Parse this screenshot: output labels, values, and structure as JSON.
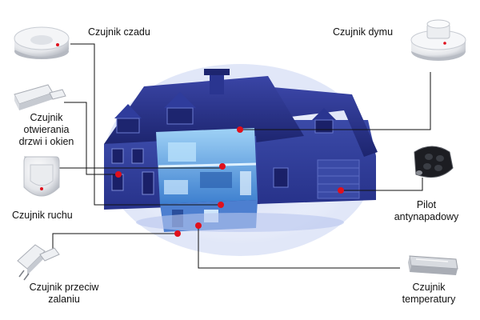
{
  "colors": {
    "house_main": "#2a3590",
    "house_dark": "#1a2068",
    "interior": "#4a8fd6",
    "interior_light": "#8fc6f0",
    "glow": "#c9d4f4",
    "connector": "#111111",
    "sensor_dot": "#e0101c"
  },
  "sensors": [
    {
      "id": "smoke_ceiling",
      "label": "Czujnik czadu",
      "icon": "ceiling-detector-icon"
    },
    {
      "id": "smoke",
      "label": "Czujnik dymu",
      "icon": "smoke-detector-icon"
    },
    {
      "id": "door_window",
      "label": "Czujnik otwierania drzwi i okien",
      "icon": "magnetic-contact-icon"
    },
    {
      "id": "motion",
      "label": "Czujnik ruchu",
      "icon": "pir-motion-sensor-icon"
    },
    {
      "id": "remote",
      "label": "Pilot antynapadowy",
      "icon": "key-fob-remote-icon"
    },
    {
      "id": "flood",
      "label": "Czujnik przeciw zalaniu",
      "icon": "flood-sensor-icon"
    },
    {
      "id": "temperature",
      "label": "Czujnik temperatury",
      "icon": "temperature-sensor-icon"
    }
  ],
  "label_lines": {
    "czadu": [
      "Czujnik czadu"
    ],
    "dymu": [
      "Czujnik dymu"
    ],
    "otwierania": [
      "Czujnik",
      "otwierania",
      "drzwi i okien"
    ],
    "ruchu": [
      "Czujnik ruchu"
    ],
    "pilot": [
      "Pilot",
      "antynapadowy"
    ],
    "zalaniu": [
      "Czujnik przeciw",
      "zalaniu"
    ],
    "temperatury": [
      "Czujnik",
      "temperatury"
    ]
  }
}
